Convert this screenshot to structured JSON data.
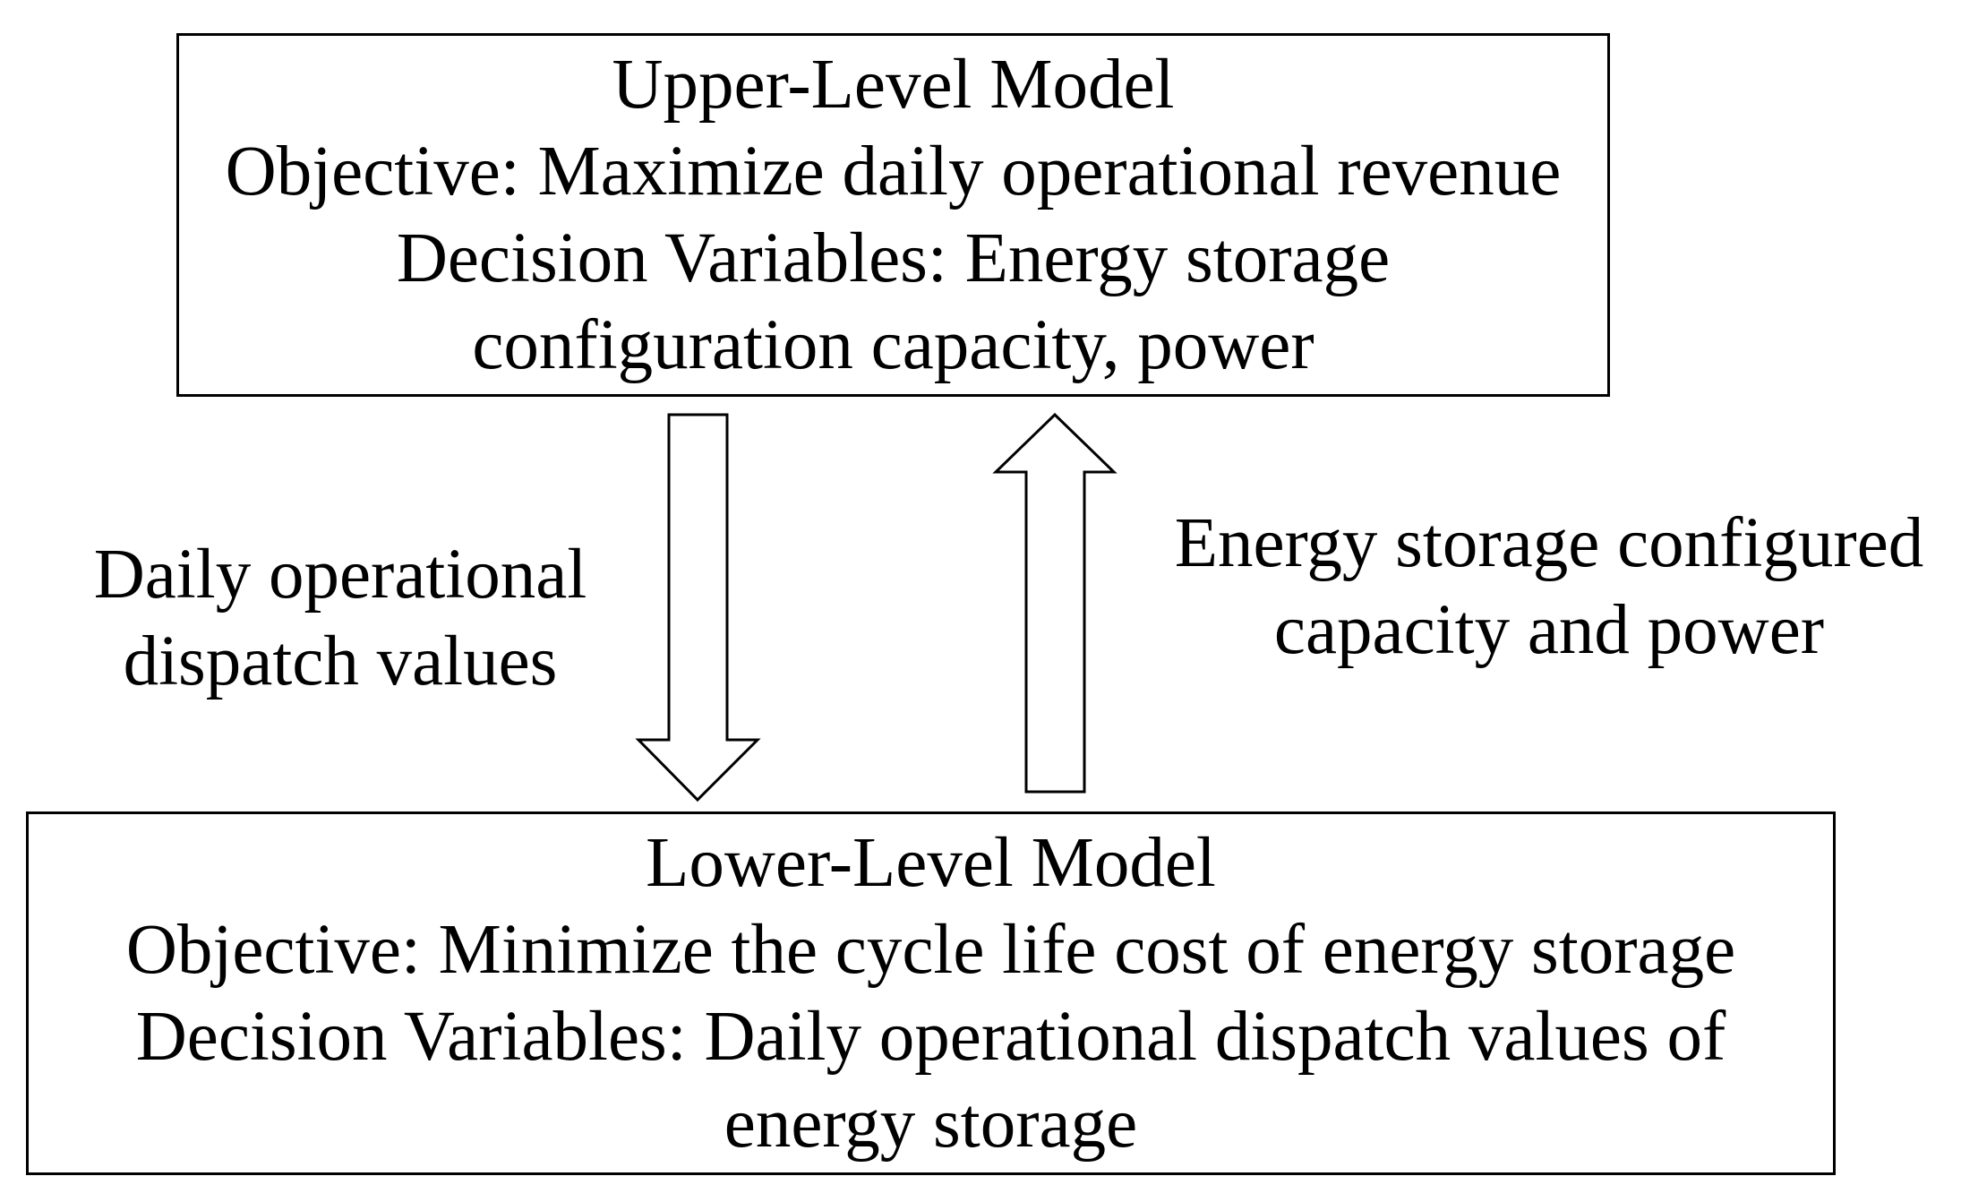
{
  "upper_model": {
    "title": "Upper-Level Model",
    "objective": "Objective: Maximize daily operational revenue",
    "decision_line1": "Decision Variables: Energy storage",
    "decision_line2": "configuration capacity, power"
  },
  "lower_model": {
    "title": "Lower-Level Model",
    "objective": "Objective: Minimize the cycle life cost of energy storage",
    "decision_line1": "Decision Variables: Daily operational dispatch values of",
    "decision_line2": "energy storage"
  },
  "down_flow": {
    "line1": "Daily operational",
    "line2": "dispatch values"
  },
  "up_flow": {
    "line1": "Energy storage configured",
    "line2": "capacity and power"
  },
  "colors": {
    "stroke": "#000000",
    "fill": "#ffffff"
  }
}
